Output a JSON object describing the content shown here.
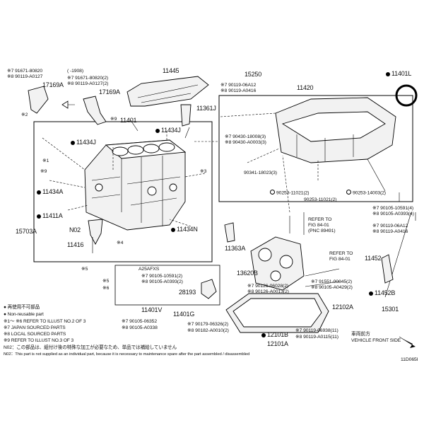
{
  "labels": {
    "p11445": "11445",
    "p15250": "15250",
    "p11401L": "11401L",
    "p11420": "11420",
    "p11361J": "11361J",
    "p11401": "11401",
    "p17169A_left": "17169A",
    "p17169A_right": "17169A",
    "p11434J_a": "11434J",
    "p11434J_b": "11434J",
    "p11434A": "11434A",
    "p11411A": "11411A",
    "p15703A": "15703A",
    "pN02": "N02",
    "p11416": "11416",
    "p11434N": "11434N",
    "p11363A": "11363A",
    "p90341": "90341-18023(3)",
    "p90253_a": "90253-11021(2)",
    "p90253_b": "90253-14003(2)",
    "p90253_c": "90253-11021(2)",
    "p13620B": "13620B",
    "p11452": "11452",
    "p11452B": "11452B",
    "p15301": "15301",
    "p28193": "28193",
    "p11401V": "11401V",
    "p11401G": "11401G",
    "p12102A": "12102A",
    "p12101B": "12101B",
    "p12101A": "12101A",
    "code": "11D065I"
  },
  "small_texts": {
    "t91671_a": "※7 91671-80820",
    "t90119_a": "※8 90119-A0127",
    "t1908": "(  -1908)",
    "t91671_b": "※7 91671-80820(2)",
    "t90119_b": "※8 90119-A0127(2)",
    "t90119_c": "※7 90119-06A12",
    "t90119_d": "※8 90119-A0416",
    "t90430_a": "※7 90430-18008(3)",
    "t90430_b": "※8 90430-A0003(3)",
    "t790105": "※7 90105-10591(4)",
    "t890105": "※8 90105-A0393(4)",
    "t790119e": "※7 90119-06A12",
    "t890119f": "※8 90119-A0416",
    "tA25AFXS": "A25AFXS",
    "t7_90105_g": "※7 90105-10591(2)",
    "t8_90105_h": "※8 90105-A0393(2)",
    "t791551": "※7 91551-00845(2)",
    "t890105i": "※8 90105-A0429(2)",
    "t790126": "※7 90126-06028(2)",
    "t890126": "※8 90126-A0013(2)",
    "t790105j": "※7 90105-06352",
    "t890105k": "※8 90105-A0338",
    "t790179": "※7 90179-06326(2)",
    "t890182": "※8 90182-A0010(2)",
    "t790119l": "※7 90119-06938(11)",
    "t890119m": "※8 90119-A0115(11)",
    "ref1a": "REFER TO",
    "ref1b": "FIG 84-01",
    "ref1c": "(PNC 89491)",
    "ref2a": "REFER TO",
    "ref2b": "FIG 84-01",
    "s9_11401": "※9",
    "s2": "※2",
    "s3": "※3",
    "s4": "※4",
    "s5a": "※5",
    "s5b": "※5",
    "s6": "※6",
    "s1": "※1",
    "s9b": "※9",
    "front_jp": "車両前方",
    "front_en": "VEHICLE FRONT SIDE"
  },
  "legend": [
    "● 再使用不可部品",
    "● Non-reusable part",
    "※1～ ※6 REFER TO ILLUST NO.2 OF 3",
    "※7 JAPAN SOURCED PARTS",
    "※8 LOCAL SOURCED PARTS",
    "※9 REFER TO ILLUST NO.3 OF 3",
    "N02：この部品は、組付け後の特殊な加工が必要なため、単品では補給していません",
    "N02：This part is not supplied as an individual part, because it is necessary to maintenance spare after the part assembled / disassembled"
  ]
}
